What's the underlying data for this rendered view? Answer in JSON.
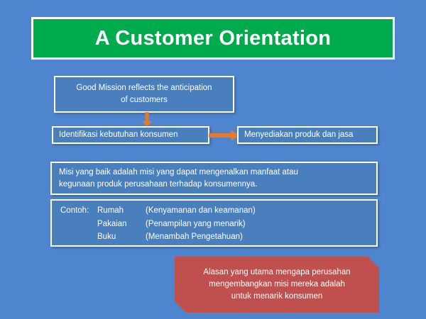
{
  "slide": {
    "background_color": "#4e85ce",
    "title": {
      "text": "A Customer Orientation",
      "fill_color": "#00ab4e",
      "text_color": "#ffffff"
    },
    "box_fill_color": "#4a7fbe",
    "arrow_color": "#e8792a",
    "callout_color": "#c0504d",
    "boxes": {
      "mission": {
        "line1": "Good Mission reflects the anticipation",
        "line2": "of customers"
      },
      "identifikasi": {
        "text": "Identifikasi kebutuhan konsumen"
      },
      "menyediakan": {
        "text": "Menyediakan produk dan jasa"
      },
      "misi": {
        "line1": "Misi yang baik adalah misi yang dapat mengenalkan manfaat atau",
        "line2": "kegunaan produk perusahaan terhadap konsumennya."
      },
      "contoh": {
        "label": "Contoh:",
        "rows": [
          {
            "item": "Rumah",
            "desc": "(Kenyamanan dan keamanan)"
          },
          {
            "item": "Pakaian",
            "desc": "(Penampilan yang menarik)"
          },
          {
            "item": "Buku",
            "desc": "(Menambah Pengetahuan)"
          }
        ]
      }
    },
    "callout": {
      "line1": "Alasan yang utama mengapa perusahan",
      "line2": "mengembangkan misi mereka adalah",
      "line3": "untuk menarik konsumen"
    },
    "arrows": {
      "down_label": "arrow-down",
      "right_label": "arrow-right"
    }
  }
}
